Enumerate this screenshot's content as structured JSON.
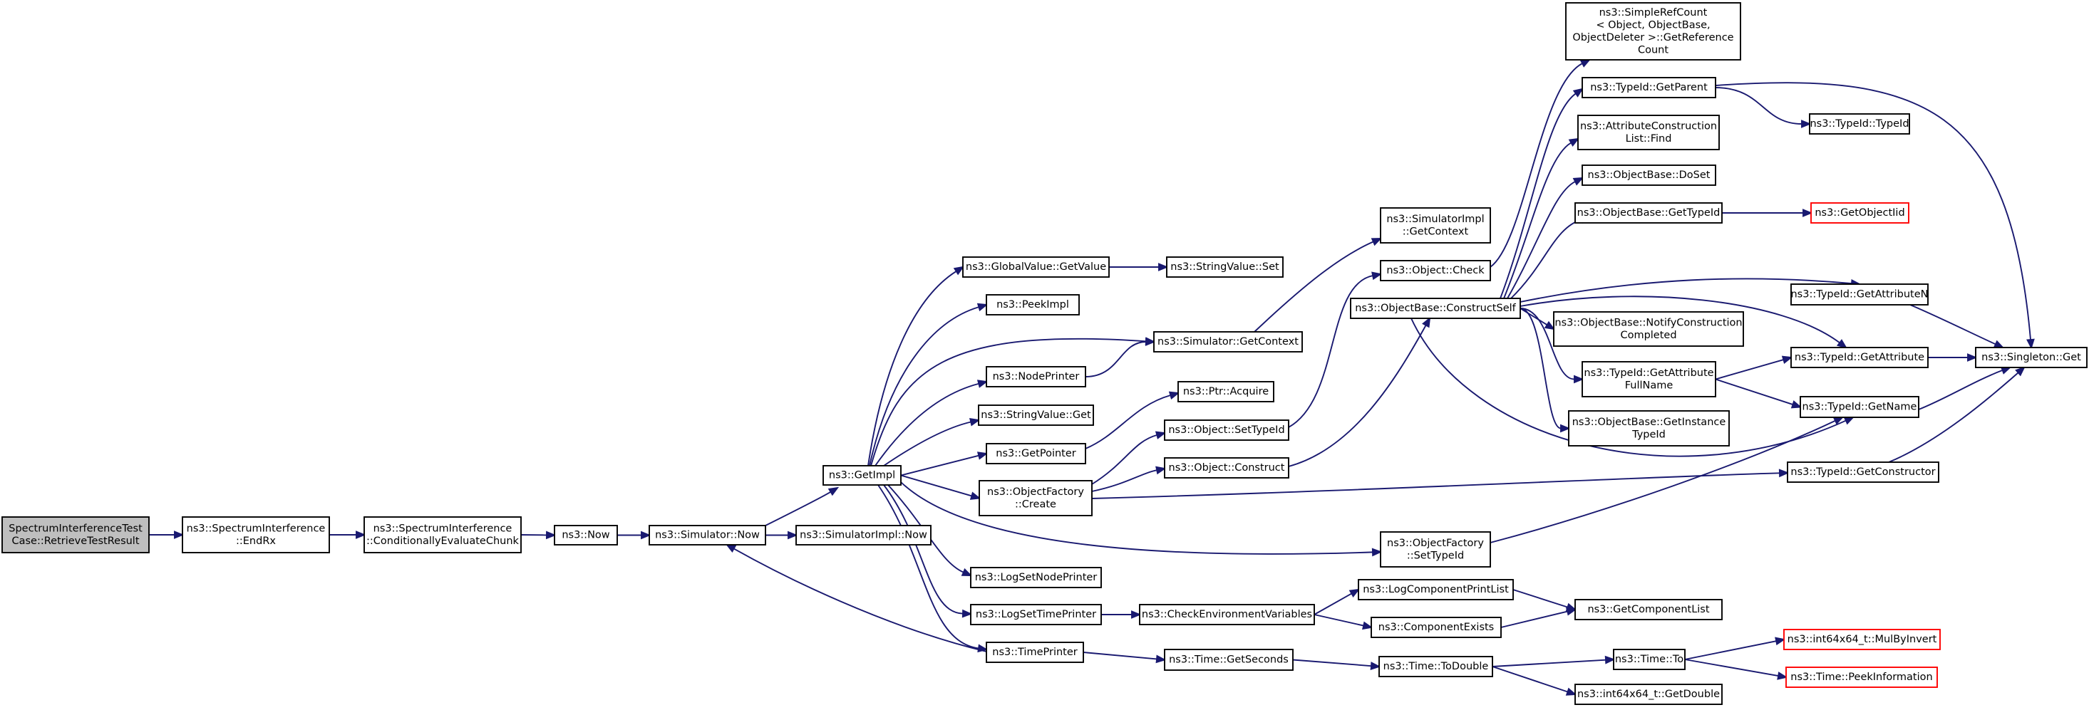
{
  "diagram": {
    "colors": {
      "edge": "#191970",
      "root_fill": "#bfbfbf",
      "node_fill": "#ffffff",
      "node_border": "#000000",
      "undocumented_border": "#ff0000"
    },
    "nodes": [
      {
        "id": "root",
        "lines": [
          "SpectrumInterferenceTest",
          "Case::RetrieveTestResult"
        ],
        "style": "root"
      },
      {
        "id": "endrx",
        "lines": [
          "ns3::SpectrumInterference",
          "::EndRx"
        ]
      },
      {
        "id": "condeval",
        "lines": [
          "ns3::SpectrumInterference",
          "::ConditionallyEvaluateChunk"
        ]
      },
      {
        "id": "now",
        "lines": [
          "ns3::Now"
        ]
      },
      {
        "id": "simnow",
        "lines": [
          "ns3::Simulator::Now"
        ]
      },
      {
        "id": "getimpl",
        "lines": [
          "ns3::GetImpl"
        ]
      },
      {
        "id": "simimplnow",
        "lines": [
          "ns3::SimulatorImpl::Now"
        ]
      },
      {
        "id": "gvgetvalue",
        "lines": [
          "ns3::GlobalValue::GetValue"
        ]
      },
      {
        "id": "peekimpl",
        "lines": [
          "ns3::PeekImpl"
        ]
      },
      {
        "id": "nodeprinter",
        "lines": [
          "ns3::NodePrinter"
        ]
      },
      {
        "id": "svget",
        "lines": [
          "ns3::StringValue::Get"
        ]
      },
      {
        "id": "getpointer",
        "lines": [
          "ns3::GetPointer"
        ]
      },
      {
        "id": "ofcreate",
        "lines": [
          "ns3::ObjectFactory",
          "::Create"
        ]
      },
      {
        "id": "logsetnode",
        "lines": [
          "ns3::LogSetNodePrinter"
        ]
      },
      {
        "id": "logsettime",
        "lines": [
          "ns3::LogSetTimePrinter"
        ]
      },
      {
        "id": "timeprinter",
        "lines": [
          "ns3::TimePrinter"
        ]
      },
      {
        "id": "svset",
        "lines": [
          "ns3::StringValue::Set"
        ]
      },
      {
        "id": "simgetctx",
        "lines": [
          "ns3::Simulator::GetContext"
        ]
      },
      {
        "id": "ptracquire",
        "lines": [
          "ns3::Ptr::Acquire"
        ]
      },
      {
        "id": "objsettid",
        "lines": [
          "ns3::Object::SetTypeId"
        ]
      },
      {
        "id": "objconstruct",
        "lines": [
          "ns3::Object::Construct"
        ]
      },
      {
        "id": "ofsettid",
        "lines": [
          "ns3::ObjectFactory",
          "::SetTypeId"
        ]
      },
      {
        "id": "checkenv",
        "lines": [
          "ns3::CheckEnvironmentVariables"
        ]
      },
      {
        "id": "timegetsec",
        "lines": [
          "ns3::Time::GetSeconds"
        ]
      },
      {
        "id": "simimplgetctx",
        "lines": [
          "ns3::SimulatorImpl",
          "::GetContext"
        ]
      },
      {
        "id": "objcheck",
        "lines": [
          "ns3::Object::Check"
        ]
      },
      {
        "id": "constructself",
        "lines": [
          "ns3::ObjectBase::ConstructSelf"
        ]
      },
      {
        "id": "logcompprint",
        "lines": [
          "ns3::LogComponentPrintList"
        ]
      },
      {
        "id": "compexists",
        "lines": [
          "ns3::ComponentExists"
        ]
      },
      {
        "id": "timetodouble",
        "lines": [
          "ns3::Time::ToDouble"
        ]
      },
      {
        "id": "simplerefcount",
        "lines": [
          "ns3::SimpleRefCount",
          "< Object, ObjectBase,",
          " ObjectDeleter >::GetReference",
          "Count"
        ]
      },
      {
        "id": "tidgetparent",
        "lines": [
          "ns3::TypeId::GetParent"
        ]
      },
      {
        "id": "attrconstrfind",
        "lines": [
          "ns3::AttributeConstruction",
          "List::Find"
        ]
      },
      {
        "id": "obdoset",
        "lines": [
          "ns3::ObjectBase::DoSet"
        ]
      },
      {
        "id": "obgettid",
        "lines": [
          "ns3::ObjectBase::GetTypeId"
        ]
      },
      {
        "id": "obnotify",
        "lines": [
          "ns3::ObjectBase::NotifyConstruction",
          "Completed"
        ]
      },
      {
        "id": "tidgetattrfull",
        "lines": [
          "ns3::TypeId::GetAttribute",
          "FullName"
        ]
      },
      {
        "id": "obgetinst",
        "lines": [
          "ns3::ObjectBase::GetInstance",
          "TypeId"
        ]
      },
      {
        "id": "getcomplist",
        "lines": [
          "ns3::GetComponentList"
        ]
      },
      {
        "id": "timeto",
        "lines": [
          "ns3::Time::To"
        ]
      },
      {
        "id": "int64getdouble",
        "lines": [
          "ns3::int64x64_t::GetDouble"
        ]
      },
      {
        "id": "tidtypeid",
        "lines": [
          "ns3::TypeId::TypeId"
        ]
      },
      {
        "id": "getobjectiid",
        "lines": [
          "ns3::GetObjectIid"
        ],
        "style": "red"
      },
      {
        "id": "tidgetattrn",
        "lines": [
          "ns3::TypeId::GetAttributeN"
        ]
      },
      {
        "id": "tidgetattr",
        "lines": [
          "ns3::TypeId::GetAttribute"
        ]
      },
      {
        "id": "tidgetname",
        "lines": [
          "ns3::TypeId::GetName"
        ]
      },
      {
        "id": "tidgetctor",
        "lines": [
          "ns3::TypeId::GetConstructor"
        ]
      },
      {
        "id": "mulbyinvert",
        "lines": [
          "ns3::int64x64_t::MulByInvert"
        ],
        "style": "red"
      },
      {
        "id": "peekinfo",
        "lines": [
          "ns3::Time::PeekInformation"
        ],
        "style": "red"
      },
      {
        "id": "singleton",
        "lines": [
          "ns3::Singleton::Get"
        ]
      }
    ],
    "edges": [
      [
        "root",
        "endrx"
      ],
      [
        "endrx",
        "condeval"
      ],
      [
        "condeval",
        "now"
      ],
      [
        "now",
        "simnow"
      ],
      [
        "simnow",
        "getimpl"
      ],
      [
        "simnow",
        "simimplnow"
      ],
      [
        "getimpl",
        "gvgetvalue"
      ],
      [
        "getimpl",
        "peekimpl"
      ],
      [
        "getimpl",
        "simgetctx"
      ],
      [
        "getimpl",
        "nodeprinter"
      ],
      [
        "getimpl",
        "svget"
      ],
      [
        "getimpl",
        "getpointer"
      ],
      [
        "getimpl",
        "ofcreate"
      ],
      [
        "getimpl",
        "ofsettid"
      ],
      [
        "getimpl",
        "logsetnode"
      ],
      [
        "getimpl",
        "logsettime"
      ],
      [
        "getimpl",
        "timeprinter"
      ],
      [
        "gvgetvalue",
        "svset"
      ],
      [
        "nodeprinter",
        "simgetctx"
      ],
      [
        "simgetctx",
        "simimplgetctx"
      ],
      [
        "getpointer",
        "ptracquire"
      ],
      [
        "ofcreate",
        "objsettid"
      ],
      [
        "ofcreate",
        "objconstruct"
      ],
      [
        "ofcreate",
        "tidgetctor"
      ],
      [
        "objsettid",
        "objcheck"
      ],
      [
        "objconstruct",
        "constructself"
      ],
      [
        "objcheck",
        "simplerefcount"
      ],
      [
        "ofsettid",
        "tidgetname"
      ],
      [
        "logsettime",
        "checkenv"
      ],
      [
        "timeprinter",
        "simnow"
      ],
      [
        "timeprinter",
        "timegetsec"
      ],
      [
        "checkenv",
        "logcompprint"
      ],
      [
        "checkenv",
        "compexists"
      ],
      [
        "logcompprint",
        "getcomplist"
      ],
      [
        "compexists",
        "getcomplist"
      ],
      [
        "timegetsec",
        "timetodouble"
      ],
      [
        "timetodouble",
        "timeto"
      ],
      [
        "timetodouble",
        "int64getdouble"
      ],
      [
        "timeto",
        "mulbyinvert"
      ],
      [
        "timeto",
        "peekinfo"
      ],
      [
        "constructself",
        "tidgetparent"
      ],
      [
        "constructself",
        "attrconstrfind"
      ],
      [
        "constructself",
        "obdoset"
      ],
      [
        "constructself",
        "obgettid"
      ],
      [
        "constructself",
        "tidgetattrn"
      ],
      [
        "constructself",
        "tidgetattr"
      ],
      [
        "constructself",
        "obnotify"
      ],
      [
        "constructself",
        "tidgetattrfull"
      ],
      [
        "constructself",
        "obgetinst"
      ],
      [
        "constructself",
        "tidgetname"
      ],
      [
        "tidgetparent",
        "tidtypeid"
      ],
      [
        "tidgetparent",
        "singleton"
      ],
      [
        "obgettid",
        "getobjectiid"
      ],
      [
        "tidgetattrn",
        "singleton"
      ],
      [
        "tidgetattr",
        "singleton"
      ],
      [
        "tidgetattrfull",
        "tidgetattr"
      ],
      [
        "tidgetattrfull",
        "tidgetname"
      ],
      [
        "tidgetname",
        "singleton"
      ],
      [
        "tidgetctor",
        "singleton"
      ]
    ]
  }
}
